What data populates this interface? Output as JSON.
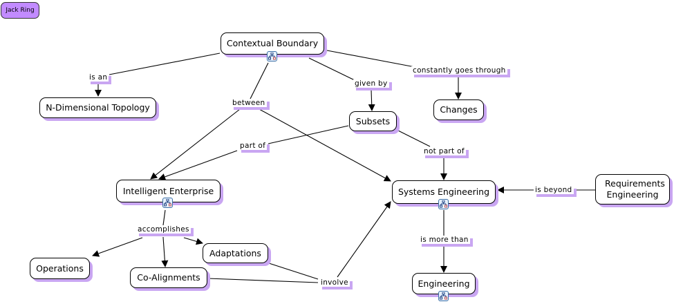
{
  "author": {
    "label": "Jack Ring"
  },
  "colors": {
    "shadow": "#c9a6f2",
    "author_bg": "#c28bff",
    "resource_icon_border": "#3a6ea5"
  },
  "concepts": {
    "contextual_boundary": "Contextual Boundary",
    "n_dimensional_topology": "N-Dimensional Topology",
    "changes": "Changes",
    "subsets": "Subsets",
    "intelligent_enterprise": "Intelligent Enterprise",
    "systems_engineering": "Systems Engineering",
    "requirements_engineering": "Requirements Engineering",
    "operations": "Operations",
    "co_alignments": "Co-Alignments",
    "adaptations": "Adaptations",
    "engineering": "Engineering"
  },
  "links": {
    "is_an": "is an",
    "given_by": "given by",
    "constantly_goes_through": "constantly goes through",
    "between": "between",
    "part_of": "part of",
    "not_part_of": "not part of",
    "is_beyond": "is beyond",
    "accomplishes": "accomplishes",
    "involve": "involve",
    "is_more_than": "is more than"
  },
  "resource_icon": "concept-map-resource-icon"
}
